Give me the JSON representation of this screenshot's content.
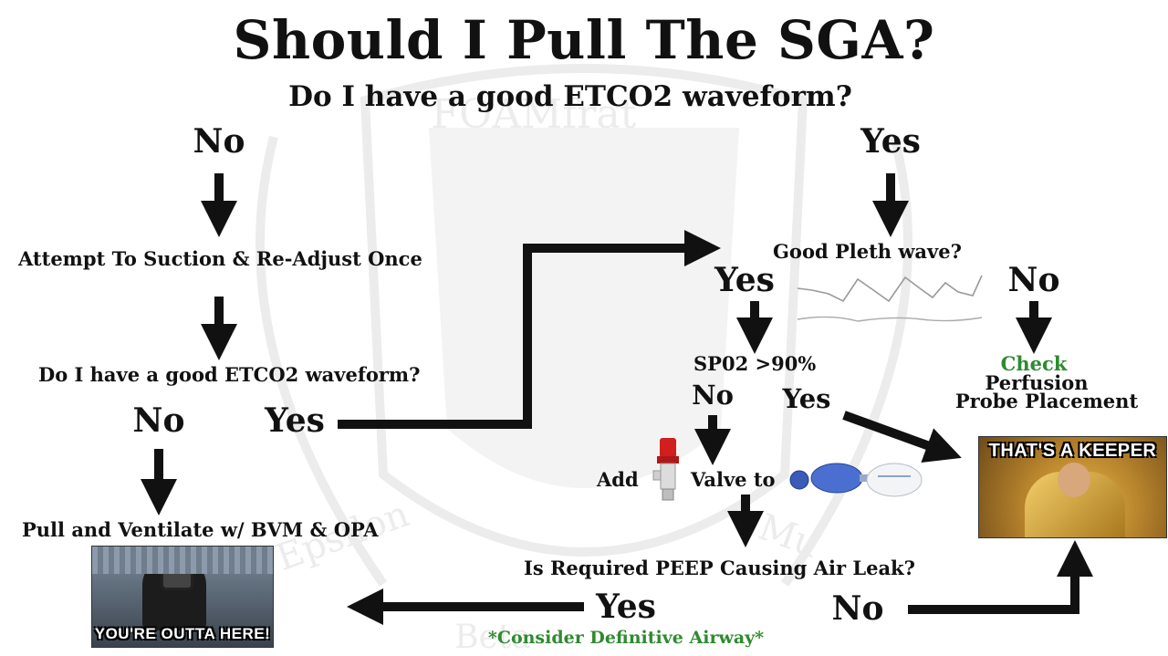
{
  "title": "Should I Pull The SGA?",
  "question_1": "Do I have a good ETCO2 waveform?",
  "branch_left_no": "No",
  "branch_right_yes": "Yes",
  "step_attempt": "Attempt To Suction & Re-Adjust Once",
  "question_2": "Do I have a good ETCO2 waveform?",
  "q2_no": "No",
  "q2_yes": "Yes",
  "step_pull": "Pull and Ventilate w/ BVM & OPA",
  "meme_outta": {
    "caption": "YOU'RE OUTTA HERE!"
  },
  "question_pleth": "Good Pleth wave?",
  "pleth_yes": "Yes",
  "pleth_no": "No",
  "check": {
    "label": "Check",
    "line1": "Perfusion",
    "line2": "Probe Placement"
  },
  "question_spo2": "SP02 >90%",
  "spo2_no": "No",
  "spo2_yes": "Yes",
  "add_valve": {
    "pre": "Add",
    "post": "Valve to"
  },
  "meme_keeper": {
    "caption": "THAT'S A KEEPER"
  },
  "question_peep": "Is  Required PEEP Causing Air Leak?",
  "peep_yes": "Yes",
  "peep_no": "No",
  "consider": "*Consider Definitive Airway*",
  "watermark": {
    "top_text": "FOAMfrat",
    "left_text": "Epsilon",
    "right_text": "Mu",
    "bottom_text": "Beta"
  },
  "colors": {
    "text": "#111111",
    "green": "#2f8a2f",
    "watermark": "#e9e9e9"
  },
  "icons": [
    "peep-valve-icon",
    "bvm-bag-icon",
    "pleth-wave-icon"
  ]
}
